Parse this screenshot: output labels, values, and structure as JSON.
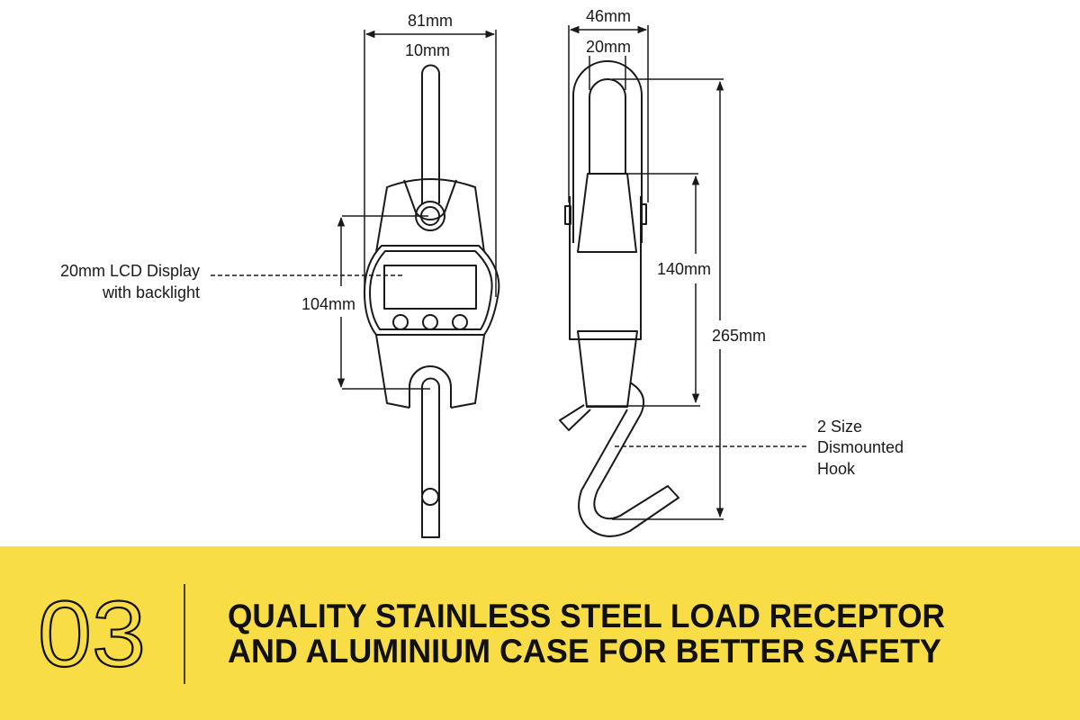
{
  "diagram": {
    "front_view": {
      "width_label": "81mm",
      "hook_width_label": "10mm",
      "height_label": "104mm",
      "lcd_callout": [
        "20mm LCD Display",
        "with backlight"
      ]
    },
    "side_view": {
      "depth_label": "46mm",
      "shackle_width_label": "20mm",
      "body_height_label": "140mm",
      "total_height_label": "265mm",
      "hook_callout": [
        "2 Size",
        "Dismounted",
        "Hook"
      ]
    }
  },
  "banner": {
    "number": "03",
    "headline": [
      "QUALITY STAINLESS STEEL LOAD RECEPTOR",
      "AND ALUMINIUM CASE FOR BETTER SAFETY"
    ],
    "background_color": "#F9DD47",
    "text_color": "#111111"
  }
}
